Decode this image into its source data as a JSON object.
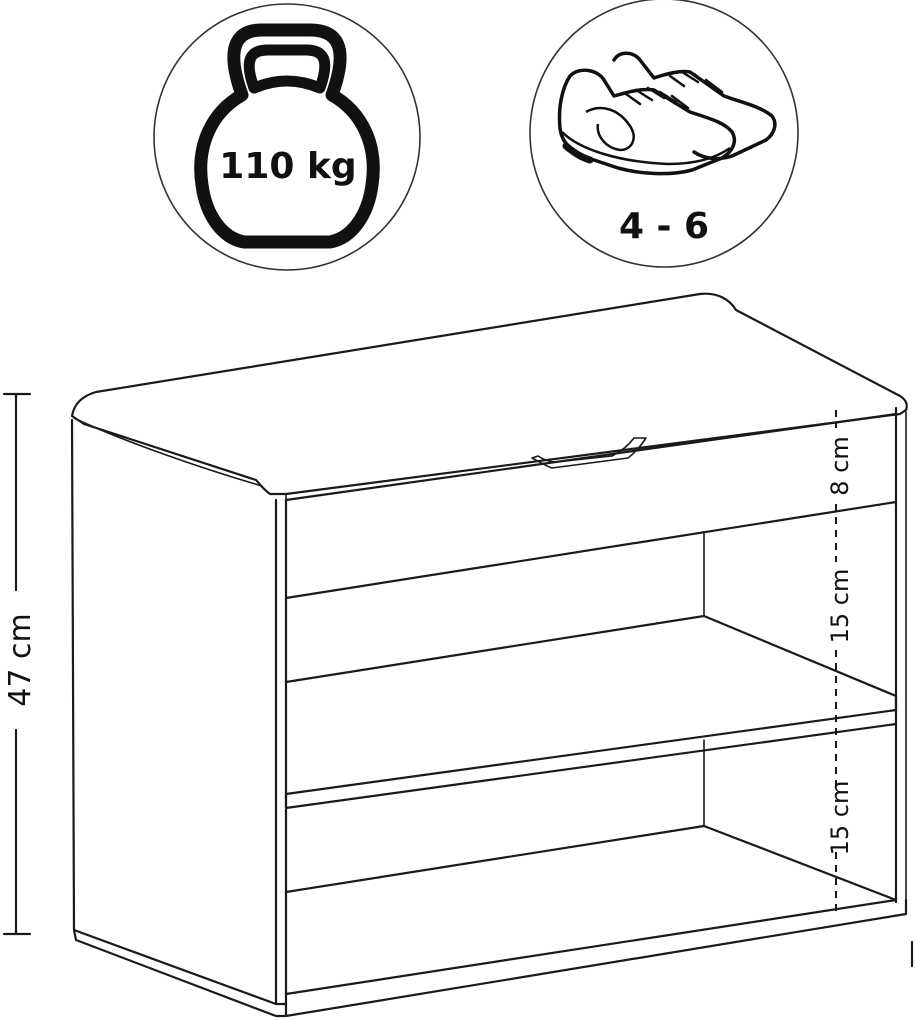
{
  "badges": {
    "weight": {
      "value": "110 kg",
      "icon": "kettlebell-icon"
    },
    "shoes": {
      "value": "4 - 6",
      "icon": "sneakers-icon"
    }
  },
  "dimensions": {
    "total_height": "47 cm",
    "drawer_height": "8 cm",
    "shelf_upper_height": "15 cm",
    "shelf_lower_height": "15 cm"
  },
  "colors": {
    "line": "#1a1a1a",
    "background": "#ffffff"
  }
}
